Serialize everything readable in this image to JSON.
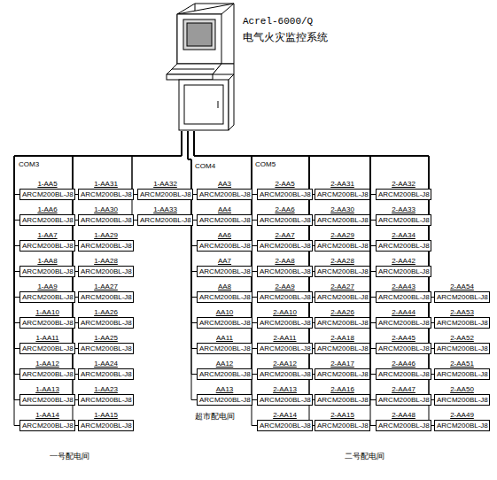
{
  "diagram": {
    "nodes": [
      {
        "text": [
          "Acrel-6000/Q",
          "电气火灾监控系统"
        ]
      },
      {
        "text": [
          "1-AA5",
          "ARCM200BL-J8"
        ]
      },
      {
        "text": [
          "1-AA6",
          "ARCM200BL-J8"
        ]
      },
      {
        "text": [
          "1-AA7",
          "ARCM200BL-J8"
        ]
      },
      {
        "text": [
          "1-AA8",
          "ARCM200BL-J8"
        ]
      },
      {
        "text": [
          "1-AA9",
          "ARCM200BL-J8"
        ]
      },
      {
        "text": [
          "1-AA10",
          "ARCM200BL-J8"
        ]
      },
      {
        "text": [
          "1-AA11",
          "ARCM200BL-J8"
        ]
      },
      {
        "text": [
          "1-AA12",
          "ARCM200BL-J8"
        ]
      },
      {
        "text": [
          "1-AA13",
          "ARCM200BL-J8"
        ]
      },
      {
        "text": [
          "1-AA14",
          "ARCM200BL-J8"
        ]
      },
      {
        "text": [
          "1-AA31",
          "ARCM200BL-J8"
        ]
      },
      {
        "text": [
          "1-AA30",
          "ARCM200BL-J8"
        ]
      },
      {
        "text": [
          "1-AA29",
          "ARCM200BL-J8"
        ]
      },
      {
        "text": [
          "1-AA28",
          "ARCM200BL-J8"
        ]
      },
      {
        "text": [
          "1-AA27",
          "ARCM200BL-J8"
        ]
      },
      {
        "text": [
          "1-AA26",
          "ARCM200BL-J8"
        ]
      },
      {
        "text": [
          "1-AA25",
          "ARCM200BL-J8"
        ]
      },
      {
        "text": [
          "1-AA24",
          "ARCM200BL-J8"
        ]
      },
      {
        "text": [
          "1-AA23",
          "ARCM200BL-J8"
        ]
      },
      {
        "text": [
          "1-AA15",
          "ARCM200BL-J8"
        ]
      },
      {
        "text": [
          "1-AA32",
          "ARCM200BL-J8"
        ]
      },
      {
        "text": [
          "1-AA33",
          "ARCM200BL-J8"
        ]
      },
      {
        "text": [
          "AA3",
          "ARCM200BL-J8"
        ]
      },
      {
        "text": [
          "AA4",
          "ARCM200BL-J8"
        ]
      },
      {
        "text": [
          "AA6",
          "ARCM200BL-J8"
        ]
      },
      {
        "text": [
          "AA7",
          "ARCM200BL-J8"
        ]
      },
      {
        "text": [
          "AA8",
          "ARCM200BL-J8"
        ]
      },
      {
        "text": [
          "AA10",
          "ARCM200BL-J8"
        ]
      },
      {
        "text": [
          "AA11",
          "ARCM200BL-J8"
        ]
      },
      {
        "text": [
          "AA12",
          "ARCM200BL-J8"
        ]
      },
      {
        "text": [
          "AA13",
          "ARCM200BL-J8"
        ]
      },
      {
        "text": [
          "2-AA5",
          "ARCM200BL-J8"
        ]
      },
      {
        "text": [
          "2-AA6",
          "ARCM200BL-J8"
        ]
      },
      {
        "text": [
          "2-AA7",
          "ARCM200BL-J8"
        ]
      },
      {
        "text": [
          "2-AA8",
          "ARCM200BL-J8"
        ]
      },
      {
        "text": [
          "2-AA9",
          "ARCM200BL-J8"
        ]
      },
      {
        "text": [
          "2-AA10",
          "ARCM200BL-J8"
        ]
      },
      {
        "text": [
          "2-AA11",
          "ARCM200BL-J8"
        ]
      },
      {
        "text": [
          "2-AA12",
          "ARCM200BL-J8"
        ]
      },
      {
        "text": [
          "2-AA13",
          "ARCM200BL-J8"
        ]
      },
      {
        "text": [
          "2-AA14",
          "ARCM200BL-J8"
        ]
      },
      {
        "text": [
          "2-AA31",
          "ARCM200BL-J8"
        ]
      },
      {
        "text": [
          "2-AA30",
          "ARCM200BL-J8"
        ]
      },
      {
        "text": [
          "2-AA29",
          "ARCM200BL-J8"
        ]
      },
      {
        "text": [
          "2-AA28",
          "ARCM200BL-J8"
        ]
      },
      {
        "text": [
          "2-AA27",
          "ARCM200BL-J8"
        ]
      },
      {
        "text": [
          "2-AA26",
          "ARCM200BL-J8"
        ]
      },
      {
        "text": [
          "2-AA18",
          "ARCM200BL-J8"
        ]
      },
      {
        "text": [
          "2-AA17",
          "ARCM200BL-J8"
        ]
      },
      {
        "text": [
          "2-AA16",
          "ARCM200BL-J8"
        ]
      },
      {
        "text": [
          "2-AA15",
          "ARCM200BL-J8"
        ]
      },
      {
        "text": [
          "2-AA32",
          "ARCM200BL-J8"
        ]
      },
      {
        "text": [
          "2-AA33",
          "ARCM200BL-J8"
        ]
      },
      {
        "text": [
          "2-AA34",
          "ARCM200BL-J8"
        ]
      },
      {
        "text": [
          "2-AA42",
          "ARCM200BL-J8"
        ]
      },
      {
        "text": [
          "2-AA43",
          "ARCM200BL-J8"
        ]
      },
      {
        "text": [
          "2-AA44",
          "ARCM200BL-J8"
        ]
      },
      {
        "text": [
          "2-AA45",
          "ARCM200BL-J8"
        ]
      },
      {
        "text": [
          "2-AA46",
          "ARCM200BL-J8"
        ]
      },
      {
        "text": [
          "2-AA47",
          "ARCM200BL-J8"
        ]
      },
      {
        "text": [
          "2-AA48",
          "ARCM200BL-J8"
        ]
      },
      {
        "text": [
          "2-AA54",
          "ARCM200BL-J8"
        ]
      },
      {
        "text": [
          "2-AA53",
          "ARCM200BL-J8"
        ]
      },
      {
        "text": [
          "2-AA52",
          "ARCM200BL-J8"
        ]
      },
      {
        "text": [
          "2-AA51",
          "ARCM200BL-J8"
        ]
      },
      {
        "text": [
          "2-AA50",
          "ARCM200BL-J8"
        ]
      },
      {
        "text": [
          "2-AA49",
          "ARCM200BL-J8"
        ]
      }
    ],
    "edges": [
      {
        "from": 0,
        "to": 1,
        "arrow": "none"
      },
      {
        "from": 0,
        "to": 2,
        "arrow": "none"
      },
      {
        "from": 0,
        "to": 3,
        "arrow": "none"
      },
      {
        "from": 0,
        "to": 4,
        "arrow": "none"
      },
      {
        "from": 0,
        "to": 5,
        "arrow": "none"
      },
      {
        "from": 0,
        "to": 6,
        "arrow": "none"
      },
      {
        "from": 0,
        "to": 7,
        "arrow": "none"
      },
      {
        "from": 0,
        "to": 8,
        "arrow": "none"
      },
      {
        "from": 0,
        "to": 9,
        "arrow": "none"
      },
      {
        "from": 0,
        "to": 10,
        "arrow": "none"
      },
      {
        "from": 0,
        "to": 11,
        "arrow": "none"
      },
      {
        "from": 0,
        "to": 12,
        "arrow": "none"
      },
      {
        "from": 0,
        "to": 13,
        "arrow": "none"
      },
      {
        "from": 0,
        "to": 14,
        "arrow": "none"
      },
      {
        "from": 0,
        "to": 15,
        "arrow": "none"
      },
      {
        "from": 0,
        "to": 16,
        "arrow": "none"
      },
      {
        "from": 0,
        "to": 17,
        "arrow": "none"
      },
      {
        "from": 0,
        "to": 18,
        "arrow": "none"
      },
      {
        "from": 0,
        "to": 19,
        "arrow": "none"
      },
      {
        "from": 0,
        "to": 20,
        "arrow": "none"
      },
      {
        "from": 0,
        "to": 21,
        "arrow": "none"
      },
      {
        "from": 0,
        "to": 22,
        "arrow": "none"
      },
      {
        "from": 0,
        "to": 23,
        "arrow": "none"
      },
      {
        "from": 0,
        "to": 24,
        "arrow": "none"
      },
      {
        "from": 0,
        "to": 25,
        "arrow": "none"
      },
      {
        "from": 0,
        "to": 26,
        "arrow": "none"
      },
      {
        "from": 0,
        "to": 27,
        "arrow": "none"
      },
      {
        "from": 0,
        "to": 28,
        "arrow": "none"
      },
      {
        "from": 0,
        "to": 29,
        "arrow": "none"
      },
      {
        "from": 0,
        "to": 30,
        "arrow": "none"
      },
      {
        "from": 0,
        "to": 31,
        "arrow": "none"
      },
      {
        "from": 0,
        "to": 32,
        "arrow": "none"
      },
      {
        "from": 0,
        "to": 33,
        "arrow": "none"
      },
      {
        "from": 0,
        "to": 34,
        "arrow": "none"
      },
      {
        "from": 0,
        "to": 35,
        "arrow": "none"
      },
      {
        "from": 0,
        "to": 36,
        "arrow": "none"
      },
      {
        "from": 0,
        "to": 37,
        "arrow": "none"
      },
      {
        "from": 0,
        "to": 38,
        "arrow": "none"
      },
      {
        "from": 0,
        "to": 39,
        "arrow": "none"
      },
      {
        "from": 0,
        "to": 40,
        "arrow": "none"
      },
      {
        "from": 0,
        "to": 41,
        "arrow": "none"
      },
      {
        "from": 0,
        "to": 42,
        "arrow": "none"
      },
      {
        "from": 0,
        "to": 43,
        "arrow": "none"
      },
      {
        "from": 0,
        "to": 44,
        "arrow": "none"
      },
      {
        "from": 0,
        "to": 45,
        "arrow": "none"
      },
      {
        "from": 0,
        "to": 46,
        "arrow": "none"
      },
      {
        "from": 0,
        "to": 47,
        "arrow": "none"
      },
      {
        "from": 0,
        "to": 48,
        "arrow": "none"
      },
      {
        "from": 0,
        "to": 49,
        "arrow": "none"
      },
      {
        "from": 0,
        "to": 50,
        "arrow": "none"
      },
      {
        "from": 0,
        "to": 51,
        "arrow": "none"
      },
      {
        "from": 0,
        "to": 52,
        "arrow": "none"
      },
      {
        "from": 0,
        "to": 53,
        "arrow": "none"
      },
      {
        "from": 0,
        "to": 54,
        "arrow": "none"
      },
      {
        "from": 0,
        "to": 55,
        "arrow": "none"
      },
      {
        "from": 0,
        "to": 56,
        "arrow": "none"
      },
      {
        "from": 0,
        "to": 57,
        "arrow": "none"
      },
      {
        "from": 0,
        "to": 58,
        "arrow": "none"
      },
      {
        "from": 0,
        "to": 59,
        "arrow": "none"
      },
      {
        "from": 0,
        "to": 60,
        "arrow": "none"
      },
      {
        "from": 0,
        "to": 61,
        "arrow": "none"
      },
      {
        "from": 0,
        "to": 62,
        "arrow": "none"
      },
      {
        "from": 0,
        "to": 63,
        "arrow": "none"
      },
      {
        "from": 0,
        "to": 64,
        "arrow": "none"
      },
      {
        "from": 0,
        "to": 65,
        "arrow": "none"
      },
      {
        "from": 0,
        "to": 66,
        "arrow": "none"
      },
      {
        "from": 0,
        "to": 67,
        "arrow": "none"
      }
    ],
    "labels": [
      "COM3",
      "COM4",
      "COM5",
      "一号配电间",
      "超市配电间",
      "二号配电间"
    ]
  }
}
